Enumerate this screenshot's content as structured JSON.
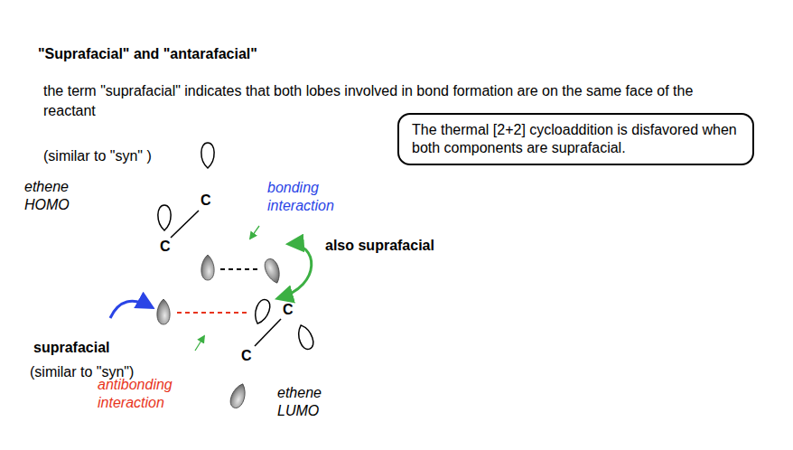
{
  "diagram": {
    "title": "\"Suprafacial\" and \"antarafacial\"",
    "nodes": [
      {
        "text": [
          "The thermal [2+2] cycloaddition is disfavored when both components are suprafacial."
        ]
      }
    ],
    "labels": [
      "the term \"suprafacial\" indicates that both lobes involved in bond formation are on the same face of the reactant",
      "(similar to \"syn\" )",
      "ethene HOMO",
      "bonding interaction",
      "C",
      "C",
      "also suprafacial",
      "C",
      "suprafacial",
      "C",
      "(similar to \"syn\")",
      "antibonding interaction",
      "ethene LUMO"
    ]
  }
}
